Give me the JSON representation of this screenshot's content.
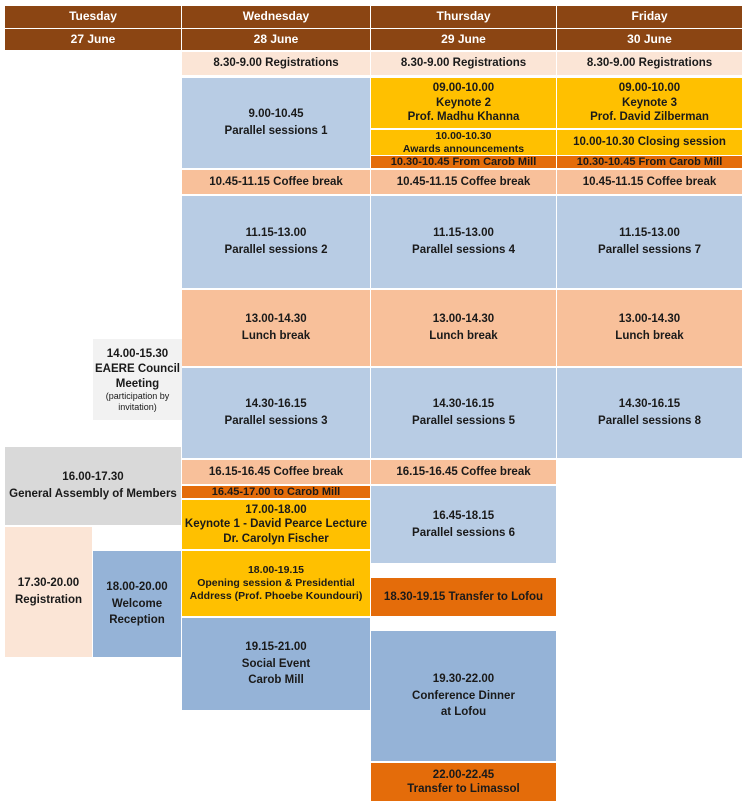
{
  "header": {
    "days": [
      "Tuesday",
      "Wednesday",
      "Thursday",
      "Friday"
    ],
    "dates": [
      "27 June",
      "28 June",
      "29 June",
      "30 June"
    ]
  },
  "tuesday": {
    "council": {
      "time": "14.00-15.30",
      "l1": "EAERE Council",
      "l2": "Meeting",
      "note1": "(participation by",
      "note2": "invitation)"
    },
    "assembly": {
      "time": "16.00-17.30",
      "title": "General Assembly of Members"
    },
    "registration": {
      "time": "17.30-20.00",
      "title": "Registration"
    },
    "reception": {
      "time": "18.00-20.00",
      "l1": "Welcome",
      "l2": "Reception"
    }
  },
  "wednesday": {
    "reg": "8.30-9.00 Registrations",
    "ps1": {
      "time": "9.00-10.45",
      "title": "Parallel sessions 1"
    },
    "coffee1": "10.45-11.15 Coffee break",
    "ps2": {
      "time": "11.15-13.00",
      "title": "Parallel sessions 2"
    },
    "lunch": {
      "time": "13.00-14.30",
      "title": "Lunch break"
    },
    "ps3": {
      "time": "14.30-16.15",
      "title": "Parallel sessions 3"
    },
    "coffee2": "16.15-16.45 Coffee break",
    "transfer": "16.45-17.00 to Carob Mill",
    "keynote1": {
      "time": "17.00-18.00",
      "l1": "Keynote 1 - David Pearce Lecture",
      "l2": "Dr. Carolyn Fischer"
    },
    "opening": {
      "time": "18.00-19.15",
      "l1": "Opening session & Presidential",
      "l2": "Address (Prof. Phoebe Koundouri)"
    },
    "social": {
      "time": "19.15-21.00",
      "l1": "Social Event",
      "l2": "Carob Mill"
    }
  },
  "thursday": {
    "reg": "8.30-9.00 Registrations",
    "keynote2": {
      "time": "09.00-10.00",
      "l1": "Keynote 2",
      "l2": "Prof. Madhu Khanna"
    },
    "awards": {
      "time": "10.00-10.30",
      "title": "Awards announcements"
    },
    "from_mill": "10.30-10.45 From Carob Mill",
    "coffee1": "10.45-11.15 Coffee break",
    "ps4": {
      "time": "11.15-13.00",
      "title": "Parallel sessions 4"
    },
    "lunch": {
      "time": "13.00-14.30",
      "title": "Lunch break"
    },
    "ps5": {
      "time": "14.30-16.15",
      "title": "Parallel sessions 5"
    },
    "coffee2": "16.15-16.45 Coffee break",
    "ps6": {
      "time": "16.45-18.15",
      "title": "Parallel sessions 6"
    },
    "transfer_lofou": "18.30-19.15 Transfer to Lofou",
    "dinner": {
      "time": "19.30-22.00",
      "l1": "Conference Dinner",
      "l2": "at Lofou"
    },
    "transfer_limassol": {
      "time": "22.00-22.45",
      "title": "Transfer to Limassol"
    }
  },
  "friday": {
    "reg": "8.30-9.00 Registrations",
    "keynote3": {
      "time": "09.00-10.00",
      "l1": "Keynote 3",
      "l2": "Prof. David Zilberman"
    },
    "closing": "10.00-10.30 Closing session",
    "from_mill": "10.30-10.45 From Carob Mill",
    "coffee1": "10.45-11.15 Coffee break",
    "ps7": {
      "time": "11.15-13.00",
      "title": "Parallel sessions 7"
    },
    "lunch": {
      "time": "13.00-14.30",
      "title": "Lunch break"
    },
    "ps8": {
      "time": "14.30-16.15",
      "title": "Parallel sessions 8"
    }
  }
}
